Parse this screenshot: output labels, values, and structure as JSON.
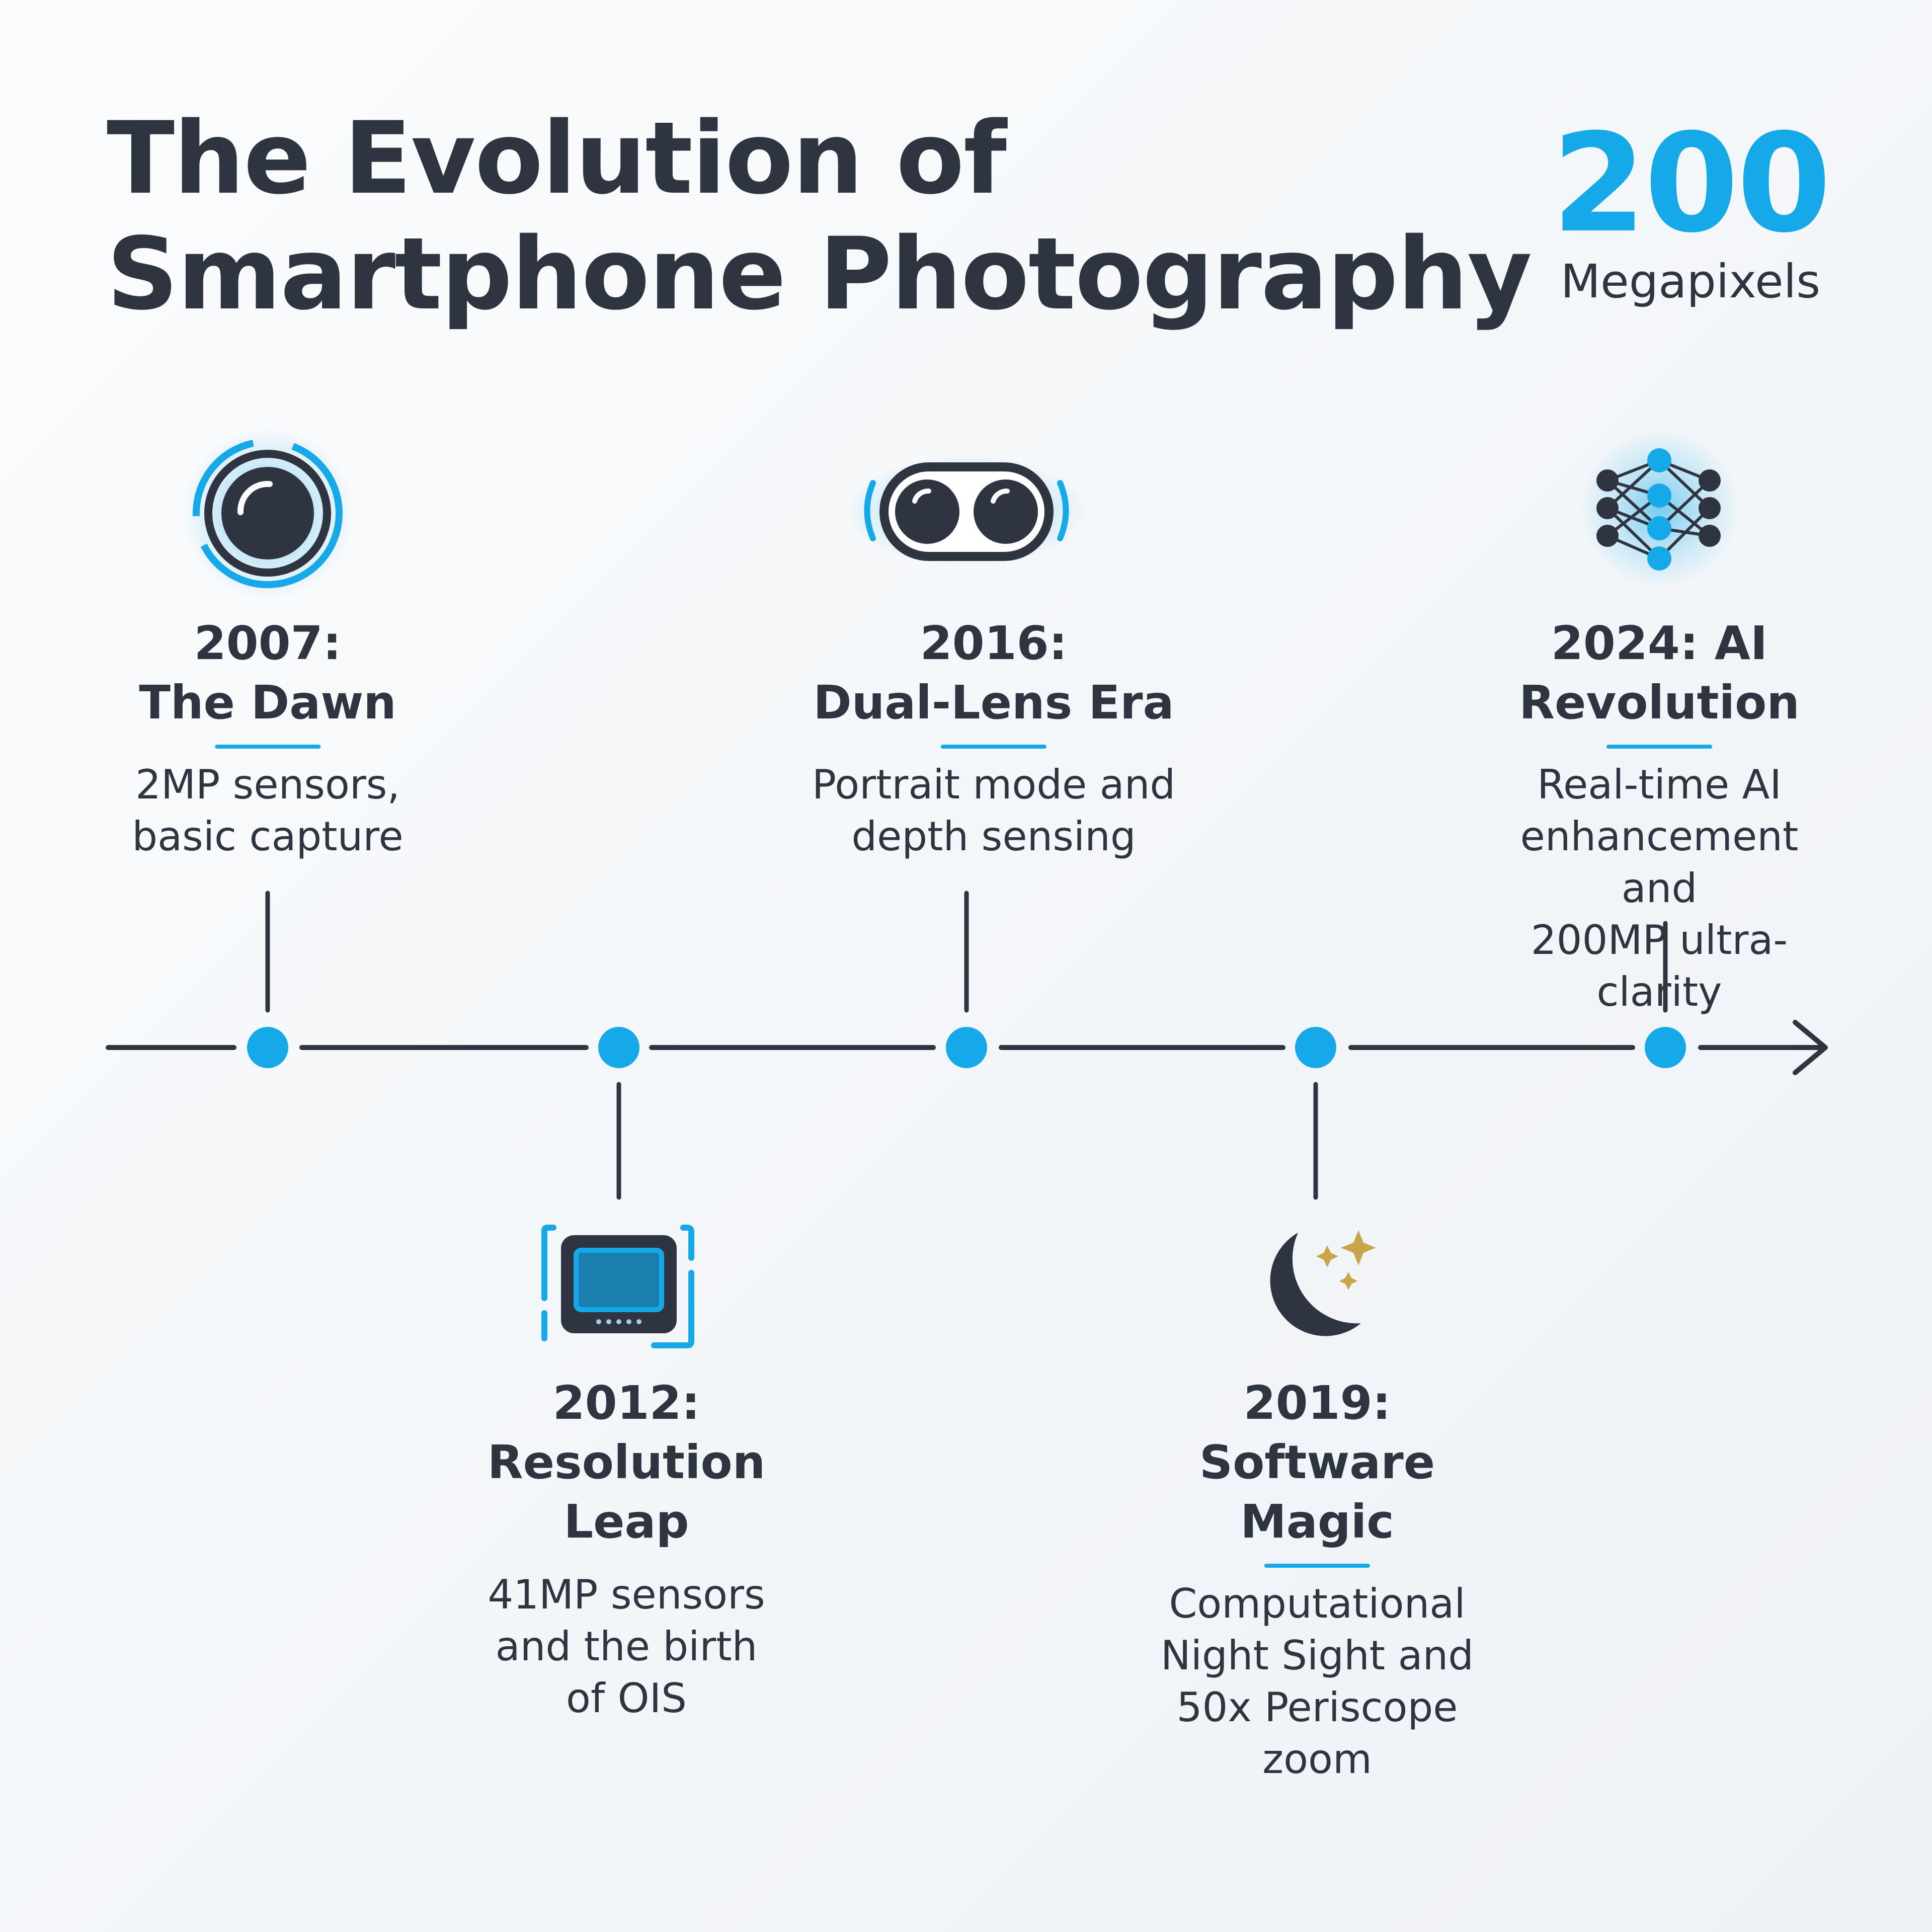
{
  "title": {
    "line1": "The Evolution of",
    "line2": "Smartphone Photography"
  },
  "stat": {
    "value": "200",
    "unit": "Megapixels"
  },
  "colors": {
    "accent": "#16a9ea",
    "ink": "#2e3541",
    "gold": "#c9a449"
  },
  "events": [
    {
      "heading": "2007:\nThe Dawn",
      "description": "2MP sensors,\nbasic capture",
      "icon": "camera-lens-icon"
    },
    {
      "heading": "2012:\nResolution\nLeap",
      "description": "41MP sensors\nand the birth\nof OIS",
      "icon": "image-sensor-icon"
    },
    {
      "heading": "2016:\nDual-Lens Era",
      "description": "Portrait mode and\ndepth sensing",
      "icon": "dual-lens-icon"
    },
    {
      "heading": "2019:\nSoftware\nMagic",
      "description": "Computational\nNight Sight and\n50x Periscope\nzoom",
      "icon": "moon-stars-icon"
    },
    {
      "heading": "2024: AI\nRevolution",
      "description": "Real-time AI\nenhancement and\n200MP ultra-clarity",
      "icon": "neural-network-icon"
    }
  ]
}
